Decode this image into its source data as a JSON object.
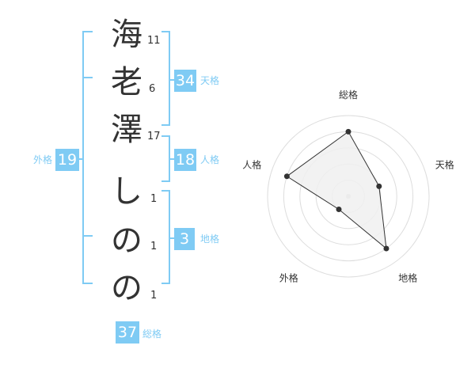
{
  "name_chars": [
    {
      "char": "海",
      "strokes": "11"
    },
    {
      "char": "老",
      "strokes": "6"
    },
    {
      "char": "澤",
      "strokes": "17"
    },
    {
      "char": "し",
      "strokes": "1"
    },
    {
      "char": "の",
      "strokes": "1"
    },
    {
      "char": "の",
      "strokes": "1"
    }
  ],
  "badges": {
    "tenkaku": {
      "value": "34",
      "label": "天格"
    },
    "jinkaku": {
      "value": "18",
      "label": "人格"
    },
    "chikaku": {
      "value": "3",
      "label": "地格"
    },
    "gaikaku": {
      "value": "19",
      "label": "外格"
    },
    "soukaku": {
      "value": "37",
      "label": "総格"
    }
  },
  "colors": {
    "accent": "#7fcbf4",
    "text": "#333333",
    "grid": "#dddddd",
    "fill": "#f0f0f0"
  },
  "chart_data": {
    "type": "radar",
    "axes": [
      "総格",
      "天格",
      "地格",
      "外格",
      "人格"
    ],
    "values": [
      4,
      2,
      4,
      1,
      4
    ],
    "max": 5
  }
}
